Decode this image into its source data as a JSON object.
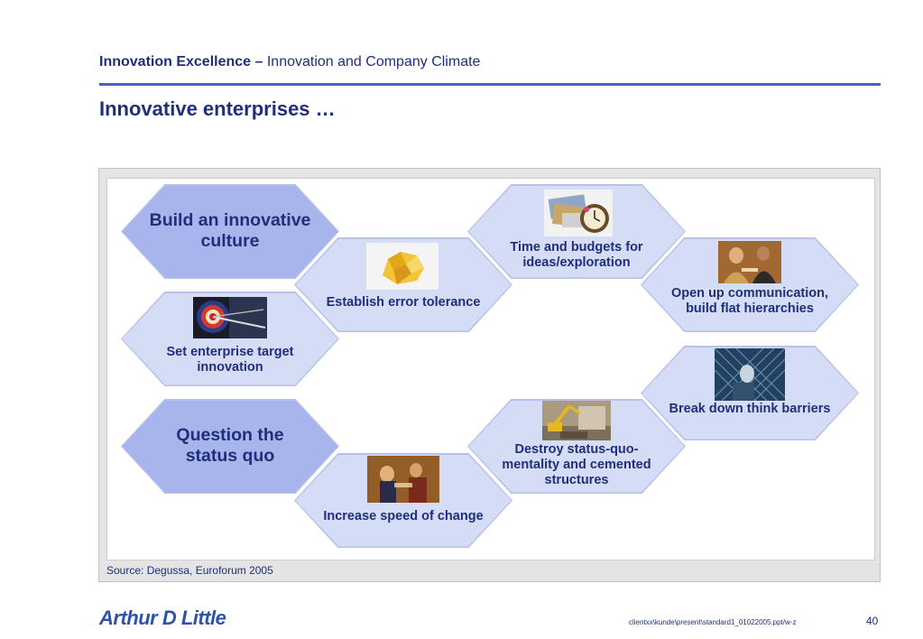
{
  "header": {
    "bold": "Innovation Excellence –",
    "rest": " Innovation and Company Climate"
  },
  "title": "Innovative enterprises …",
  "hexes": {
    "build": "Build an innovative culture",
    "question": "Question the status quo",
    "error": "Establish error tolerance",
    "target": "Set enterprise target innovation",
    "speed": "Increase speed of change",
    "time": "Time and budgets for ideas/exploration",
    "destroy": "Destroy status-quo-mentality and cemented structures",
    "open": "Open up communication, build flat hierarchies",
    "breakdown": "Break down think barriers"
  },
  "source": "Source: Degussa, Euroforum 2005",
  "footer": {
    "logo": "Arthur D Little",
    "path": "clientxx\\kunde\\present\\standard1_01022005.ppt/w-z",
    "page": "40"
  }
}
